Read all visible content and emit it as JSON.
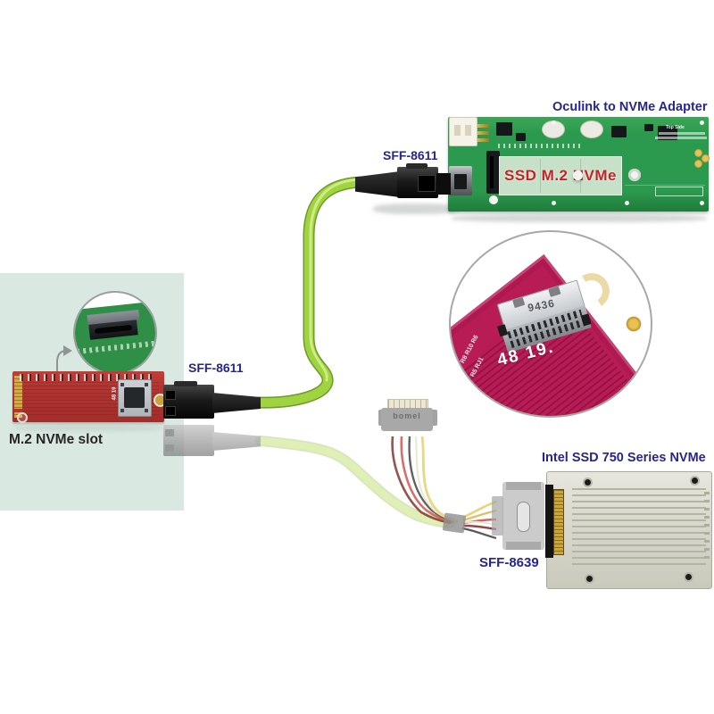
{
  "labels": {
    "adapter_title": "Oculink to NVMe Adapter",
    "sff8611_top": "SFF-8611",
    "sff8611_left": "SFF-8611",
    "m2_slot": "M.2 NVMe slot",
    "intel_ssd": "Intel SSD 750 Series NVMe",
    "sff8639": "SFF-8639"
  },
  "adapter_board": {
    "overlay_text": "SSD M.2 NVMe",
    "silkscreen_text": "Top Side"
  },
  "oculink_inset": {
    "shell_marking": "9436",
    "board_marking": "48 19.",
    "ref_designators_1": "R8 R10 R6",
    "ref_designators_2": "R5 RJ1"
  },
  "m2_card": {
    "board_marking": "48 19"
  },
  "sata_power": {
    "marking": "bomel"
  },
  "colors": {
    "label_blue": "#26268e",
    "cable_green": "#9fd33f",
    "pcb_green": "#2c9a4e",
    "card_red": "#b23531",
    "inset_magenta": "#b81c55",
    "panel_mint": "#d9e9e1",
    "ssd_silver": "#d9d9cd",
    "gold": "#c9a53b"
  }
}
